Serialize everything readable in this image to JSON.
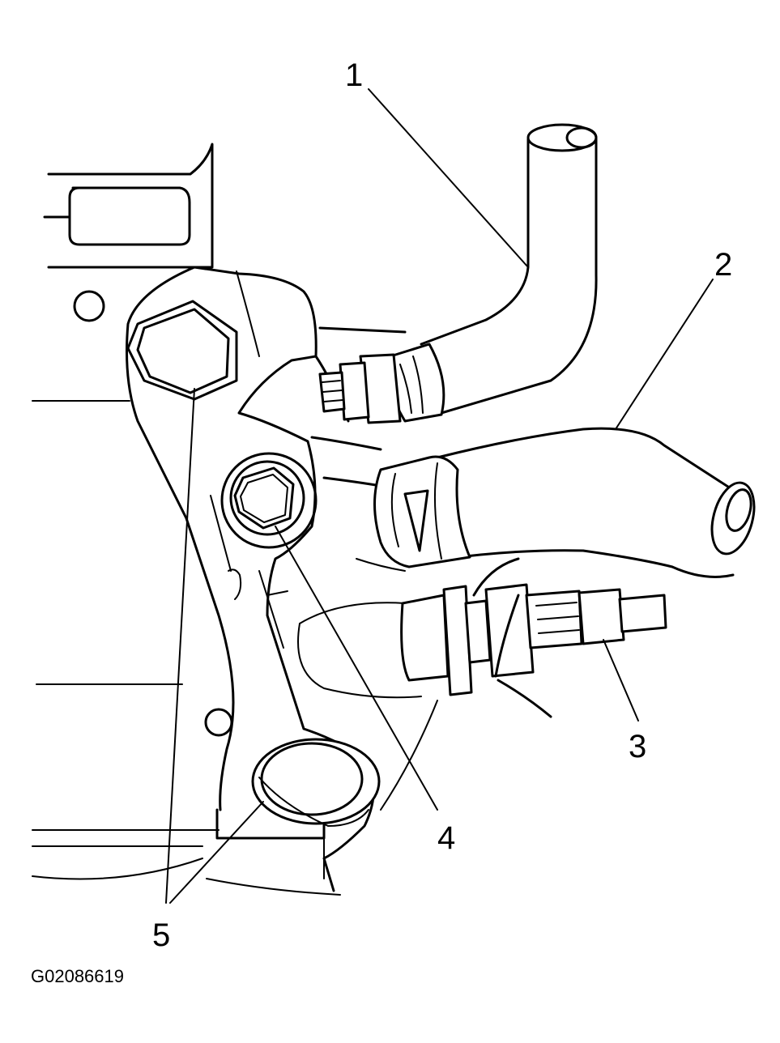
{
  "figure": {
    "id": "G02086619",
    "callouts": [
      {
        "key": "c1",
        "label": "1"
      },
      {
        "key": "c2",
        "label": "2"
      },
      {
        "key": "c3",
        "label": "3"
      },
      {
        "key": "c4",
        "label": "4"
      },
      {
        "key": "c5",
        "label": "5"
      }
    ]
  }
}
